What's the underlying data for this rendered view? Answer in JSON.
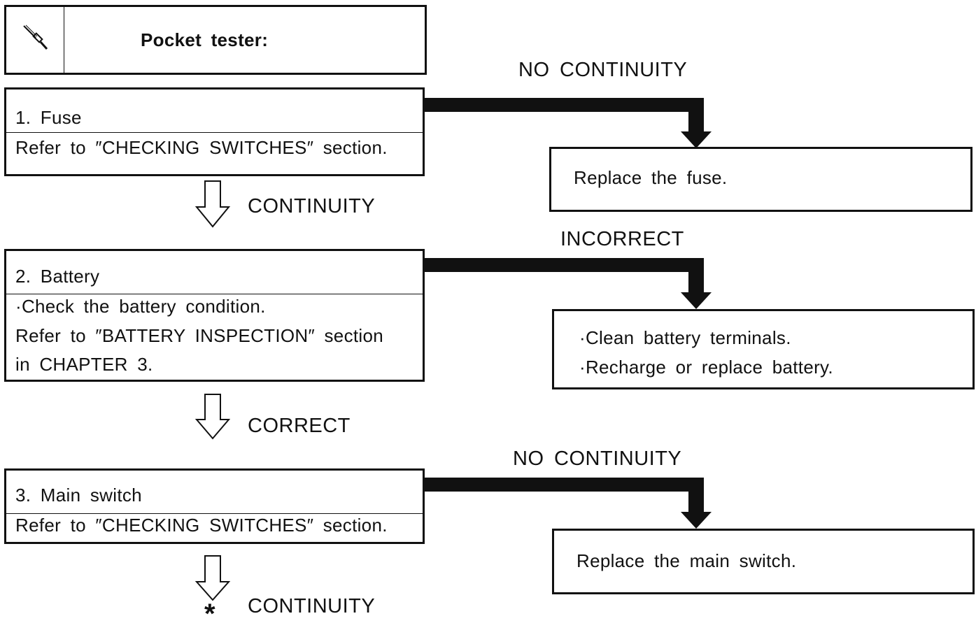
{
  "header": {
    "tool_icon": "pocket-tester-icon",
    "title": "Pocket tester:"
  },
  "steps": [
    {
      "title": "1. Fuse",
      "lines": [
        "Refer to ″CHECKING SWITCHES″ section."
      ],
      "fail_label": "NO CONTINUITY",
      "fail_action": [
        "Replace the fuse."
      ],
      "pass_label": "CONTINUITY"
    },
    {
      "title": "2. Battery",
      "lines": [
        "·Check the battery condition.",
        "Refer to ″BATTERY INSPECTION″ section",
        "in CHAPTER 3."
      ],
      "fail_label": "INCORRECT",
      "fail_action": [
        "·Clean battery terminals.",
        "·Recharge or replace battery."
      ],
      "pass_label": "CORRECT"
    },
    {
      "title": "3. Main switch",
      "lines": [
        "Refer to ″CHECKING SWITCHES″ section."
      ],
      "fail_label": "NO CONTINUITY",
      "fail_action": [
        "Replace the main switch."
      ],
      "pass_label": "CONTINUITY"
    }
  ],
  "end_marker": "*"
}
